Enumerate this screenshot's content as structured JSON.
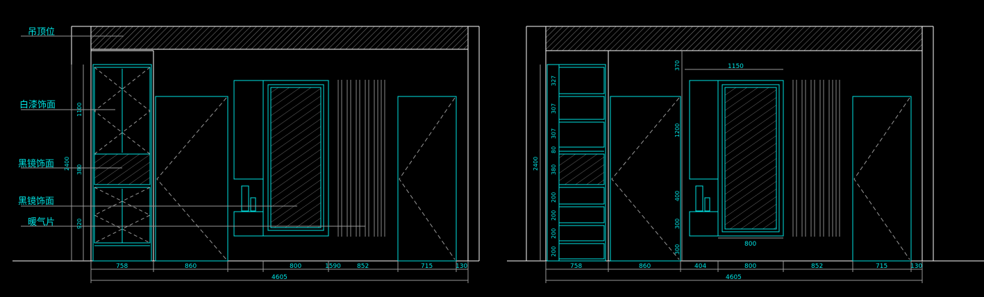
{
  "colors": {
    "background": "#000000",
    "cyan": "#00e5e5",
    "white": "#ffffff",
    "grey": "#8a8a8a"
  },
  "left_elevation": {
    "labels": [
      "吊顶位",
      "白漆饰面",
      "黑镜饰面",
      "黑镜饰面",
      "暖气片"
    ],
    "v_dims": [
      "2400",
      "1100",
      "380",
      "920"
    ],
    "h_dims": [
      "758",
      "860",
      "800",
      "1590",
      "852",
      "715",
      "130"
    ],
    "total": "4605"
  },
  "right_elevation": {
    "v_dims_total": "2400",
    "shelf_dims": [
      "327",
      "307",
      "307",
      "80",
      "380",
      "200",
      "200",
      "200",
      "200"
    ],
    "mirror_dims": [
      "370",
      "1200",
      "400",
      "300",
      "300"
    ],
    "top_dim": "1150",
    "mirror_bottom_dim": "800",
    "h_dims": [
      "758",
      "860",
      "404",
      "800",
      "852",
      "715",
      "130"
    ],
    "total": "4605"
  }
}
